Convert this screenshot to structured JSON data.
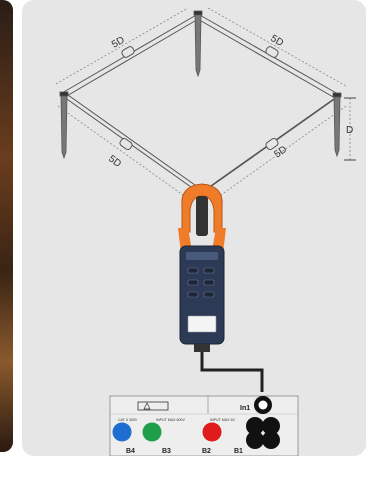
{
  "diagram": {
    "distance_labels": [
      "5D",
      "5D",
      "5D",
      "5D"
    ],
    "depth_label": "D",
    "meter": {
      "brand_badge": "",
      "port_label": "In1"
    },
    "tester": {
      "warning_text": "CAT II 300V",
      "input_text_left": "INPUT MAX 600V",
      "input_text_right": "INPUT MAX 5V",
      "terminals": [
        {
          "label": "B4",
          "color": "#1f6fd1"
        },
        {
          "label": "B3",
          "color": "#1e9e4a"
        },
        {
          "label": "B2",
          "color": "#e01b1b"
        },
        {
          "label": "B1",
          "color": "#111111"
        }
      ]
    },
    "colors": {
      "clamp_orange": "#f07c2a",
      "meter_body": "#2d3a55",
      "cable": "#222222",
      "panel_bg": "#e6e6e6",
      "tester_body": "#eeeeee"
    }
  }
}
